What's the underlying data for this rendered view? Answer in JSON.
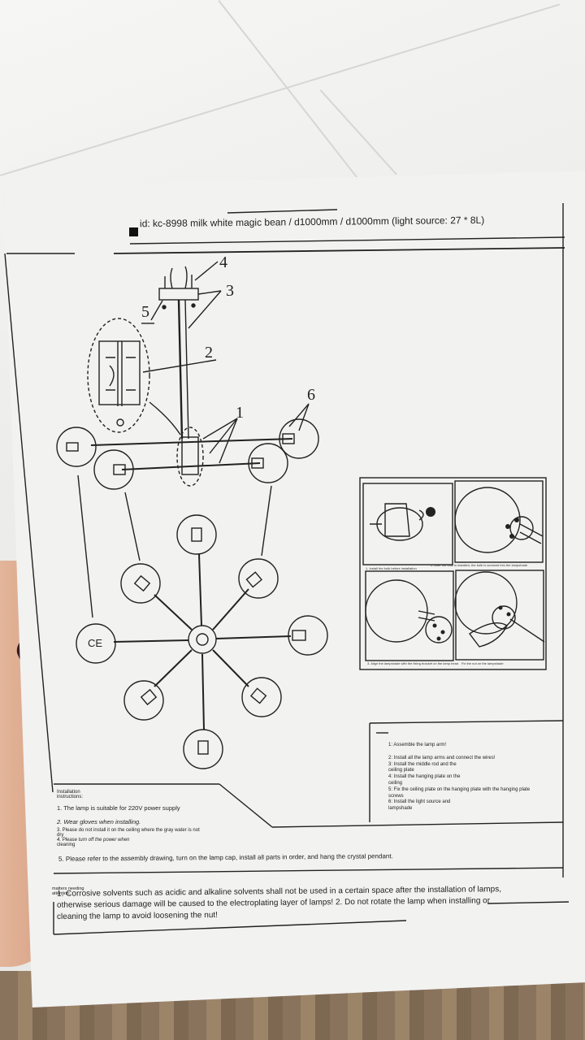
{
  "header": {
    "model_text": "id: kc-8998 milk white magic bean / d1000mm / d1000mm (light source: 27 * 8L)"
  },
  "callouts": [
    "1",
    "2",
    "3",
    "4",
    "5",
    "6"
  ],
  "ce_mark": "CE",
  "assembly_captions": [
    "1. Install the bulb before installation",
    "2. After the bulb is installed, the bulb is screwed into the lampshade",
    "3. Align the lampshade with the fixing bracket on the lamp head",
    "Fix the nut on the lampshade"
  ],
  "steps": [
    "1: Assemble the lamp arm!",
    "2: Install all the lamp arms and connect the wires!",
    "3: Install the middle rod and the",
    "ceiling plate",
    "4: Install the hanging plate on the",
    "ceiling",
    "5: Fix the ceiling plate on the hanging plate with the hanging plate",
    "screws",
    "6: Install the light source and",
    "lampshade"
  ],
  "installation": {
    "label_line1": "Installation",
    "label_line2": "instructions:",
    "line1": "1. The lamp is suitable for 220V power supply",
    "line2": "2. Wear gloves when installing.",
    "line3a": "3. Please do not install it on the ceiling where the gray water is not",
    "line3b": "dry",
    "line4a": "4. Please turn off the power when",
    "line4b": "cleaning",
    "line5": "5. Please refer to the assembly drawing, turn on the lamp cap, install all parts in order, and hang the crystal pendant."
  },
  "attention": {
    "label_line1": "matters needing",
    "label_line2": "attention:",
    "line1": "1. Corrosive solvents such as acidic and alkaline solvents shall not be used in a certain space after the installation of lamps,",
    "line2": "otherwise serious damage will be caused to the electroplating layer of lamps! 2. Do not rotate the lamp when installing or",
    "line3": "cleaning the lamp to avoid loosening the nut!"
  }
}
